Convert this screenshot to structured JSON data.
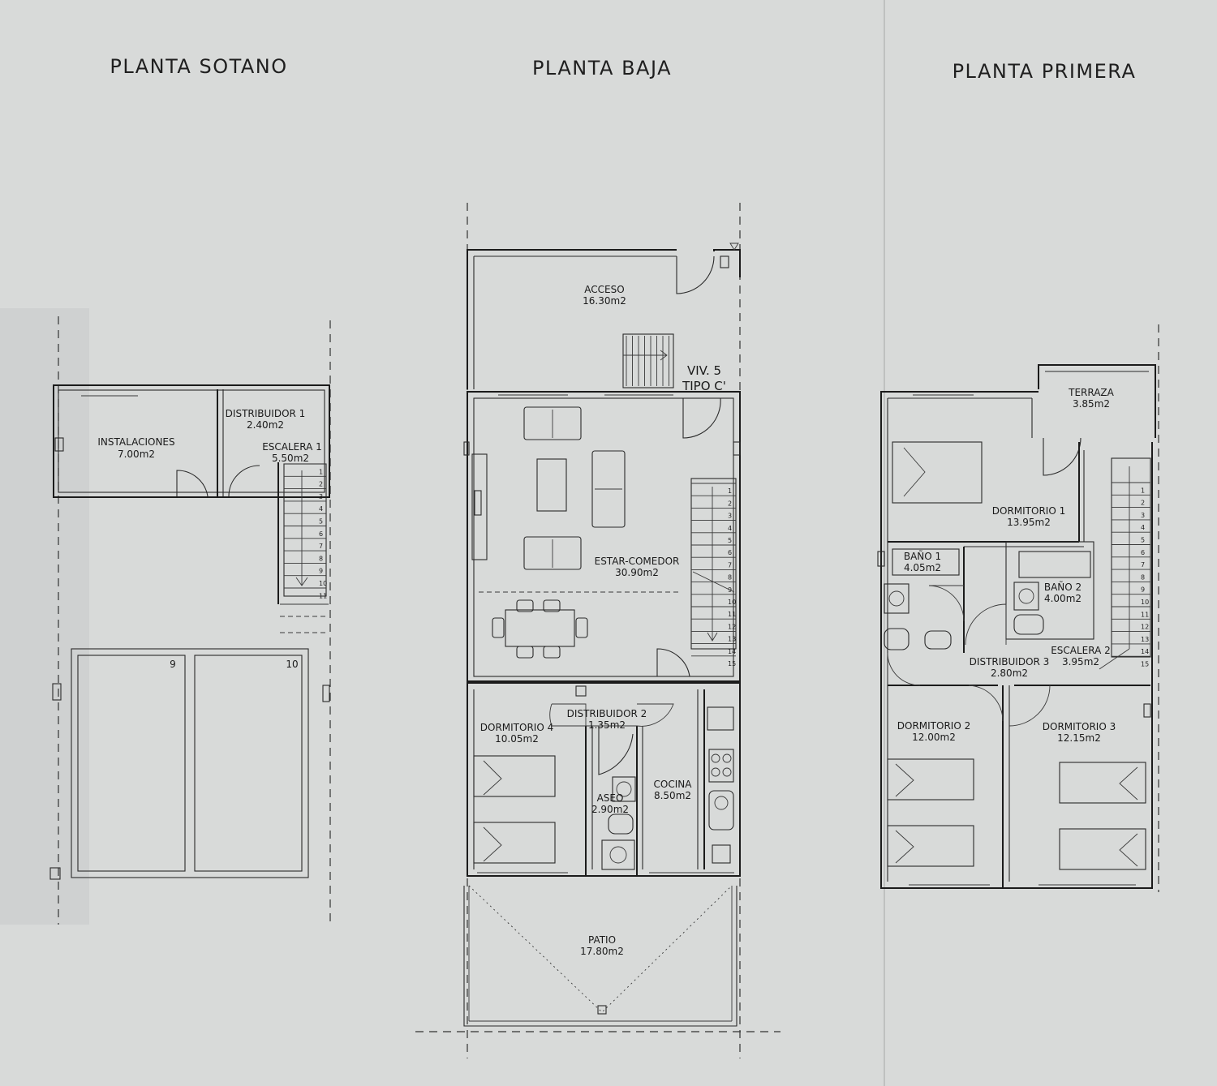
{
  "floors": {
    "sotano": {
      "title": "PLANTA SOTANO"
    },
    "baja": {
      "title": "PLANTA BAJA"
    },
    "primera": {
      "title": "PLANTA PRIMERA"
    }
  },
  "rooms": {
    "instalaciones": {
      "name": "INSTALACIONES",
      "area": "7.00m2"
    },
    "distribuidor1": {
      "name": "DISTRIBUIDOR 1",
      "area": "2.40m2"
    },
    "escalera1": {
      "name": "ESCALERA 1",
      "area": "5.50m2"
    },
    "acceso": {
      "name": "ACCESO",
      "area": "16.30m2"
    },
    "estar": {
      "name": "ESTAR-COMEDOR",
      "area": "30.90m2"
    },
    "distribuidor2": {
      "name": "DISTRIBUIDOR 2",
      "area": "1.35m2"
    },
    "dormitorio4": {
      "name": "DORMITORIO 4",
      "area": "10.05m2"
    },
    "aseo": {
      "name": "ASEO",
      "area": "2.90m2"
    },
    "cocina": {
      "name": "COCINA",
      "area": "8.50m2"
    },
    "patio": {
      "name": "PATIO",
      "area": "17.80m2"
    },
    "terraza": {
      "name": "TERRAZA",
      "area": "3.85m2"
    },
    "dormitorio1": {
      "name": "DORMITORIO 1",
      "area": "13.95m2"
    },
    "bano1": {
      "name": "BAÑO 1",
      "area": "4.05m2"
    },
    "bano2": {
      "name": "BAÑO 2",
      "area": "4.00m2"
    },
    "distribuidor3": {
      "name": "DISTRIBUIDOR 3",
      "area": "2.80m2"
    },
    "escalera2": {
      "name": "ESCALERA 2",
      "area": "3.95m2"
    },
    "dormitorio2": {
      "name": "DORMITORIO 2",
      "area": "12.00m2"
    },
    "dormitorio3": {
      "name": "DORMITORIO 3",
      "area": "12.15m2"
    }
  },
  "unit": {
    "line1": "VIV. 5",
    "line2": "TIPO C'"
  },
  "parking": {
    "space_a": "9",
    "space_b": "10"
  },
  "stairs": {
    "sotano_steps": [
      "1",
      "2",
      "3",
      "4",
      "5",
      "6",
      "7",
      "8",
      "9",
      "10",
      "11"
    ],
    "baja_steps": [
      "1",
      "2",
      "3",
      "4",
      "5",
      "6",
      "7",
      "8",
      "9",
      "10",
      "11",
      "12",
      "13",
      "14",
      "15"
    ],
    "primera_steps": [
      "1",
      "2",
      "3",
      "4",
      "5",
      "6",
      "7",
      "8",
      "9",
      "10",
      "11",
      "12",
      "13",
      "14",
      "15"
    ]
  },
  "colors": {
    "paper": "#d8dad9",
    "ink": "#1b1b1b"
  }
}
